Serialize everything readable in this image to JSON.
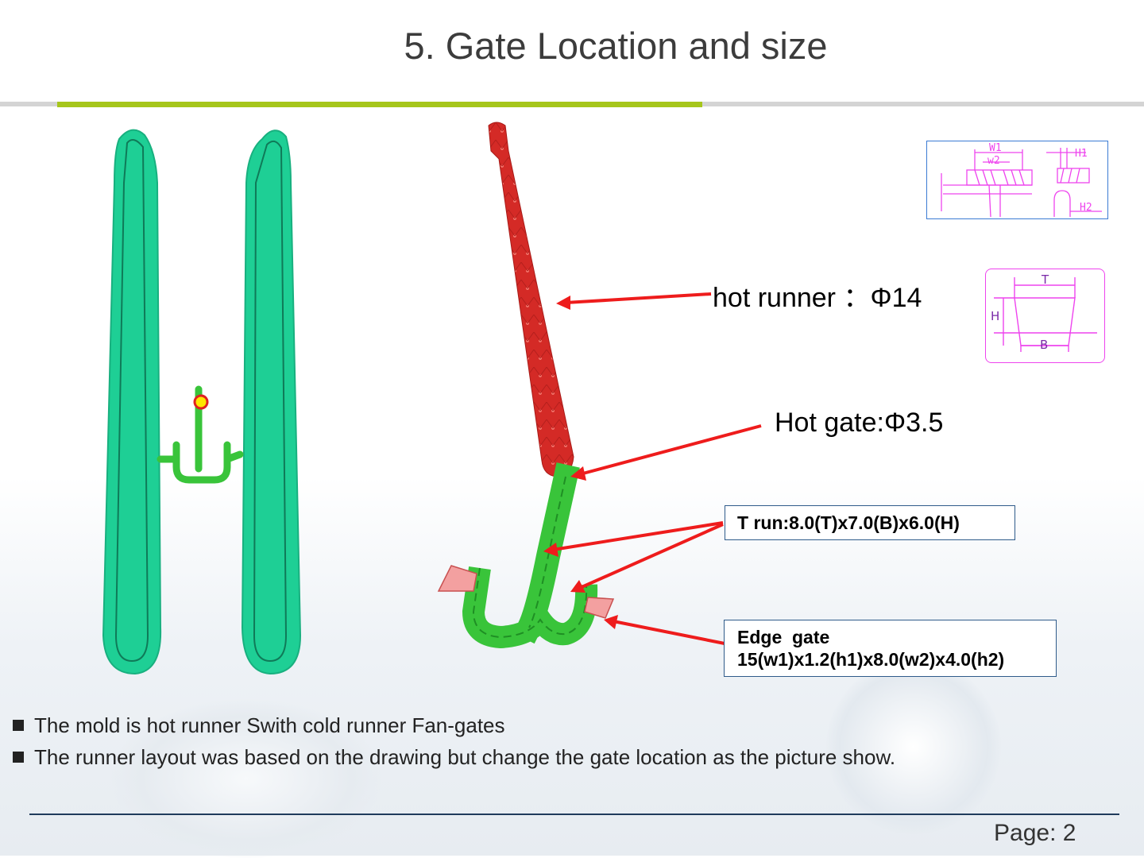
{
  "title": "5. Gate Location and size",
  "labels": {
    "hot_runner": "hot runner ：Φ14",
    "hot_gate": "Hot gate:Φ3.5",
    "t_run": "T run:8.0(T)x7.0(B)x6.0(H)",
    "edge_gate_line1": "Edge  gate",
    "edge_gate_line2": "15(w1)x1.2(h1)x8.0(w2)x4.0(h2)"
  },
  "diagrams": {
    "fan_gate": {
      "w1": "W1",
      "w2": "w2",
      "h1": "H1",
      "h2": "H2"
    },
    "trapezoid_runner": {
      "t": "T",
      "h": "H",
      "b": "B"
    }
  },
  "bullets": [
    "The mold is hot runner  Swith cold runner   Fan-gates",
    "The runner layout was based on the drawing but change the gate location as the picture show."
  ],
  "footer": {
    "page": "Page: 2"
  },
  "colors": {
    "part": "#1ecf95",
    "hot_runner": "#d42a26",
    "cold_runner": "#39c43a",
    "arrow": "#ee1c1c",
    "accent_rule": "#a6c61b",
    "box_border": "#2f5b8a",
    "diagram_blue": "#3b7bd4",
    "diagram_magenta": "#ee44ee"
  }
}
